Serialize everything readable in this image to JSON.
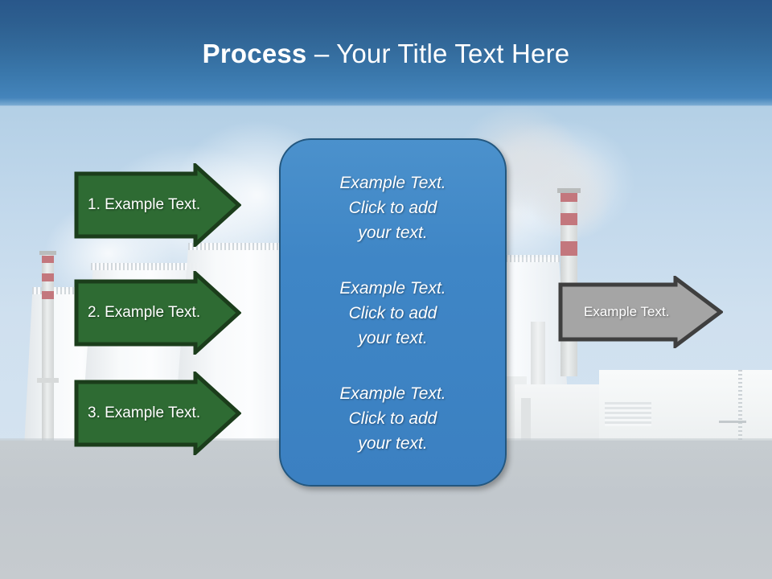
{
  "slide": {
    "title": {
      "bold_part": "Process",
      "rest_part": " – Your Title Text Here",
      "full": "Process – Your Title Text Here"
    }
  },
  "colors": {
    "header_top": "#29578a",
    "header_bottom": "#4484bb",
    "green_arrow_fill": "#2e6b33",
    "green_arrow_outline": "#1b3d1b",
    "gray_arrow_fill": "#a5a5a5",
    "gray_arrow_outline": "#3f3f3f",
    "center_box_fill": "#3f86c6",
    "center_box_outline": "#23577f",
    "sky": "#c3d9ec",
    "ground": "#c4cacf",
    "text_white": "#ffffff"
  },
  "steps": [
    {
      "id": "step-1",
      "label": "1. Example Text."
    },
    {
      "id": "step-2",
      "label": "2. Example Text."
    },
    {
      "id": "step-3",
      "label": "3. Example Text."
    }
  ],
  "center_box": {
    "blocks": [
      {
        "line1": "Example Text.",
        "line2": "Click  to add",
        "line3": "your text."
      },
      {
        "line1": "Example Text.",
        "line2": "Click  to add",
        "line3": "your text."
      },
      {
        "line1": "Example Text.",
        "line2": "Click  to add",
        "line3": "your text."
      }
    ]
  },
  "result_arrow": {
    "label": "Example Text."
  },
  "background": {
    "scene": "industrial-power-plant-photo",
    "elements": [
      "cooling-towers",
      "smokestack-chimney",
      "steam-plume",
      "white-industrial-buildings",
      "sky",
      "ground"
    ]
  }
}
